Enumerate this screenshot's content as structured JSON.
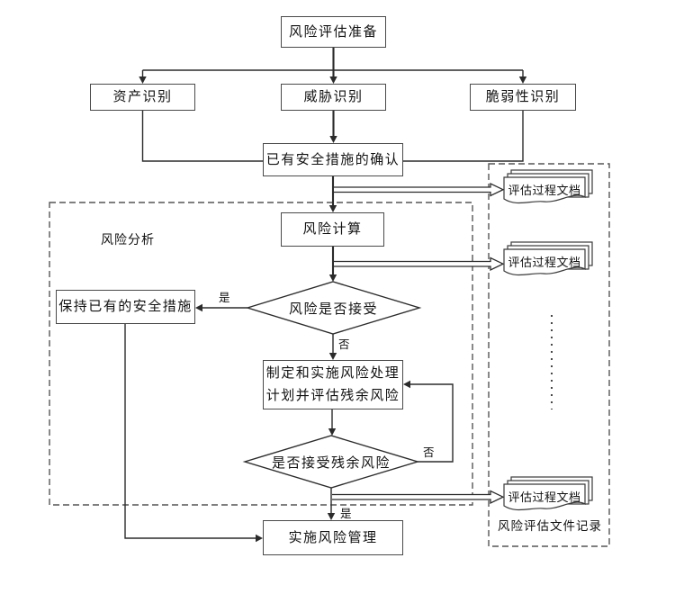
{
  "flowchart": {
    "nodes": {
      "prepare": "风险评估准备",
      "asset_identification": "资产识别",
      "threat_identification": "威胁识别",
      "vulnerability_identification": "脆弱性识别",
      "existing_controls_confirmation": "已有安全措施的确认",
      "risk_calculation": "风险计算",
      "keep_existing_controls": "保持已有的安全措施",
      "risk_acceptable_decision": "风险是否接受",
      "treatment_plan_line1": "制定和实施风险处理",
      "treatment_plan_line2": "计划并评估残余风险",
      "residual_risk_decision": "是否接受残余风险",
      "implement_risk_management": "实施风险管理"
    },
    "regions": {
      "risk_analysis_label": "风险分析",
      "records_label": "风险评估文件记录"
    },
    "documents": [
      "评估过程文档",
      "评估过程文档",
      "评估过程文档"
    ],
    "edge_labels": {
      "risk_accept_yes": "是",
      "risk_accept_no": "否",
      "residual_no": "否",
      "residual_yes": "是"
    },
    "colors": {
      "line": "#2b2b2b",
      "box_border": "#4a4a4a",
      "dashed_border": "#555555",
      "text": "#111111",
      "background": "#ffffff"
    }
  }
}
